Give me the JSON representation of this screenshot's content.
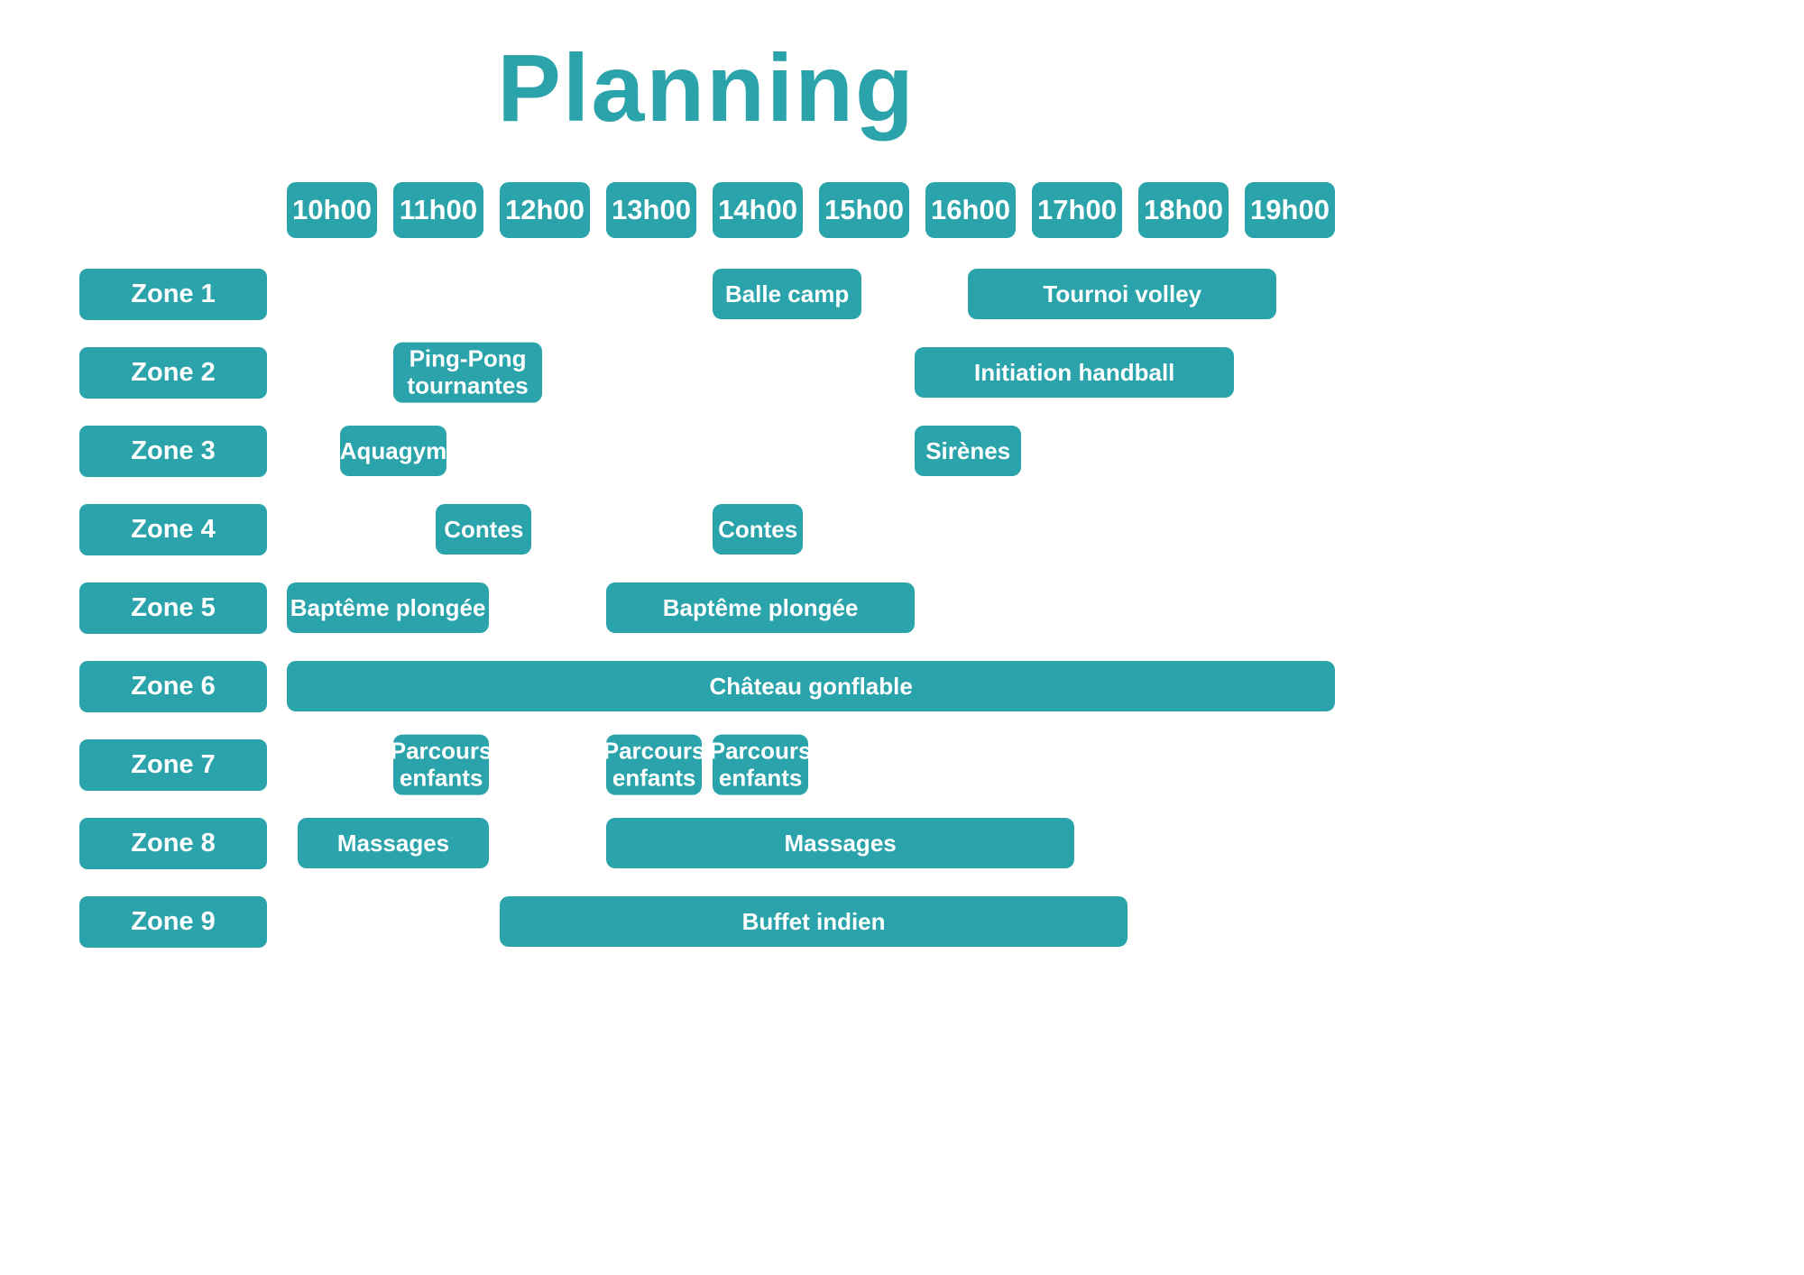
{
  "colors": {
    "accent": "#2AA3AB",
    "text_on_accent": "#FFFFFF",
    "background": "#FFFFFF"
  },
  "chart_data": {
    "type": "bar",
    "subtype": "gantt-schedule",
    "title": "Planning",
    "x_ticks": [
      "10h00",
      "11h00",
      "12h00",
      "13h00",
      "14h00",
      "15h00",
      "16h00",
      "17h00",
      "18h00",
      "19h00"
    ],
    "x_range_hours": [
      10,
      20
    ],
    "legend": "none",
    "grid": "off",
    "rows": [
      {
        "zone": "Zone 1",
        "events": [
          {
            "label": "Balle camp",
            "start": 14.0,
            "end": 15.4
          },
          {
            "label": "Tournoi volley",
            "start": 16.4,
            "end": 19.3
          }
        ]
      },
      {
        "zone": "Zone 2",
        "events": [
          {
            "label": "Ping-Pong\ntournantes",
            "start": 11.0,
            "end": 12.4
          },
          {
            "label": "Initiation handball",
            "start": 15.9,
            "end": 18.9
          }
        ]
      },
      {
        "zone": "Zone 3",
        "events": [
          {
            "label": "Aquagym",
            "start": 10.5,
            "end": 11.5
          },
          {
            "label": "Sirènes",
            "start": 15.9,
            "end": 16.9
          }
        ]
      },
      {
        "zone": "Zone 4",
        "events": [
          {
            "label": "Contes",
            "start": 11.4,
            "end": 12.3
          },
          {
            "label": "Contes",
            "start": 14.0,
            "end": 14.85
          }
        ]
      },
      {
        "zone": "Zone 5",
        "events": [
          {
            "label": "Baptême plongée",
            "start": 10.0,
            "end": 11.9
          },
          {
            "label": "Baptême plongée",
            "start": 13.0,
            "end": 15.9
          }
        ]
      },
      {
        "zone": "Zone 6",
        "events": [
          {
            "label": "Château gonflable",
            "start": 10.0,
            "end": 19.85
          }
        ]
      },
      {
        "zone": "Zone 7",
        "events": [
          {
            "label": "Parcours\nenfants",
            "start": 11.0,
            "end": 11.9
          },
          {
            "label": "Parcours\nenfants",
            "start": 13.0,
            "end": 13.9
          },
          {
            "label": "Parcours\nenfants",
            "start": 14.0,
            "end": 14.9
          }
        ]
      },
      {
        "zone": "Zone 8",
        "events": [
          {
            "label": "Massages",
            "start": 10.1,
            "end": 11.9
          },
          {
            "label": "Massages",
            "start": 13.0,
            "end": 17.4
          }
        ]
      },
      {
        "zone": "Zone 9",
        "events": [
          {
            "label": "Buffet indien",
            "start": 12.0,
            "end": 17.9
          }
        ]
      }
    ]
  }
}
